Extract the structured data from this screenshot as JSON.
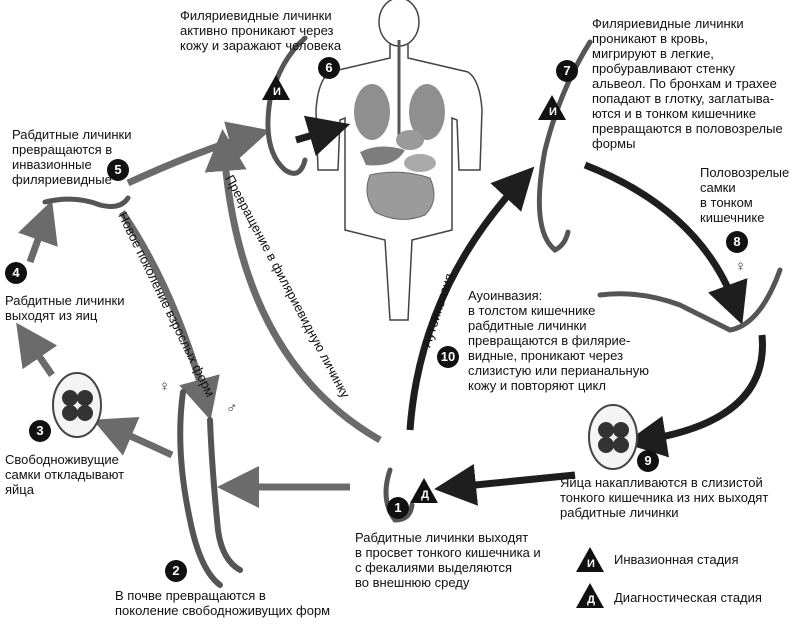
{
  "steps": {
    "s1": {
      "num": "1",
      "text": "Рабдитные личинки выходят\nв просвет тонкого кишечника и\nс фекалиями выделяются\nво внешнюю среду"
    },
    "s2": {
      "num": "2",
      "text": "В почве превращаются в\nпоколение свободноживущих форм"
    },
    "s3": {
      "num": "3",
      "text": "Свободноживущие\nсамки откладывают\nяйца"
    },
    "s4": {
      "num": "4",
      "text": "Рабдитные личинки\nвыходят из яиц"
    },
    "s5": {
      "num": "5",
      "text": "Рабдитные личинки\nпревращаются в\nинвазионные\nфиляриевидные"
    },
    "s6": {
      "num": "6",
      "text": "Филяриевидные личинки\nактивно проникают через\nкожу и заражают человека"
    },
    "s7": {
      "num": "7",
      "text": "Филяриевидные личинки\nпроникают в кровь,\nмигрируют в легкие,\nпробуравливают стенку\nальвеол. По бронхам и трахее\nпопадают в глотку, заглатыва-\nются и в тонком кишечнике\nпревращаются в половозрелые\nформы"
    },
    "s8": {
      "num": "8",
      "text": "Половозрелые\nсамки\nв тонком\nкишечнике"
    },
    "s9": {
      "num": "9",
      "text": "Яйца накапливаются в слизистой\nтонкого кишечника из них выходят\nрабдитные личинки"
    },
    "s10": {
      "num": "10",
      "text": "Ауоинвазия:\nв толстом кишечнике\nрабдитные личинки\nпревращаются в филярие-\nвидные, проникают через\nслизистую или перианальную\nкожу и повторяют цикл"
    }
  },
  "arrow_labels": {
    "new_generation": "Новое поколение взрослых форм",
    "transform": "Превращение в филяриевидную личинку",
    "autoinvasion": "Аутоинвазия"
  },
  "legend": {
    "invasive_letter": "И",
    "invasive_label": "Инвазионная стадия",
    "diagnostic_letter": "Д",
    "diagnostic_label": "Диагностическая стадия"
  },
  "symbols": {
    "female": "♀",
    "male": "♂"
  },
  "colors": {
    "arrow": "#6b6b6b",
    "arrow_dark": "#1e1e1e",
    "marker": "#111111",
    "organ": "#8f8f8f",
    "body_outline": "#444444"
  }
}
